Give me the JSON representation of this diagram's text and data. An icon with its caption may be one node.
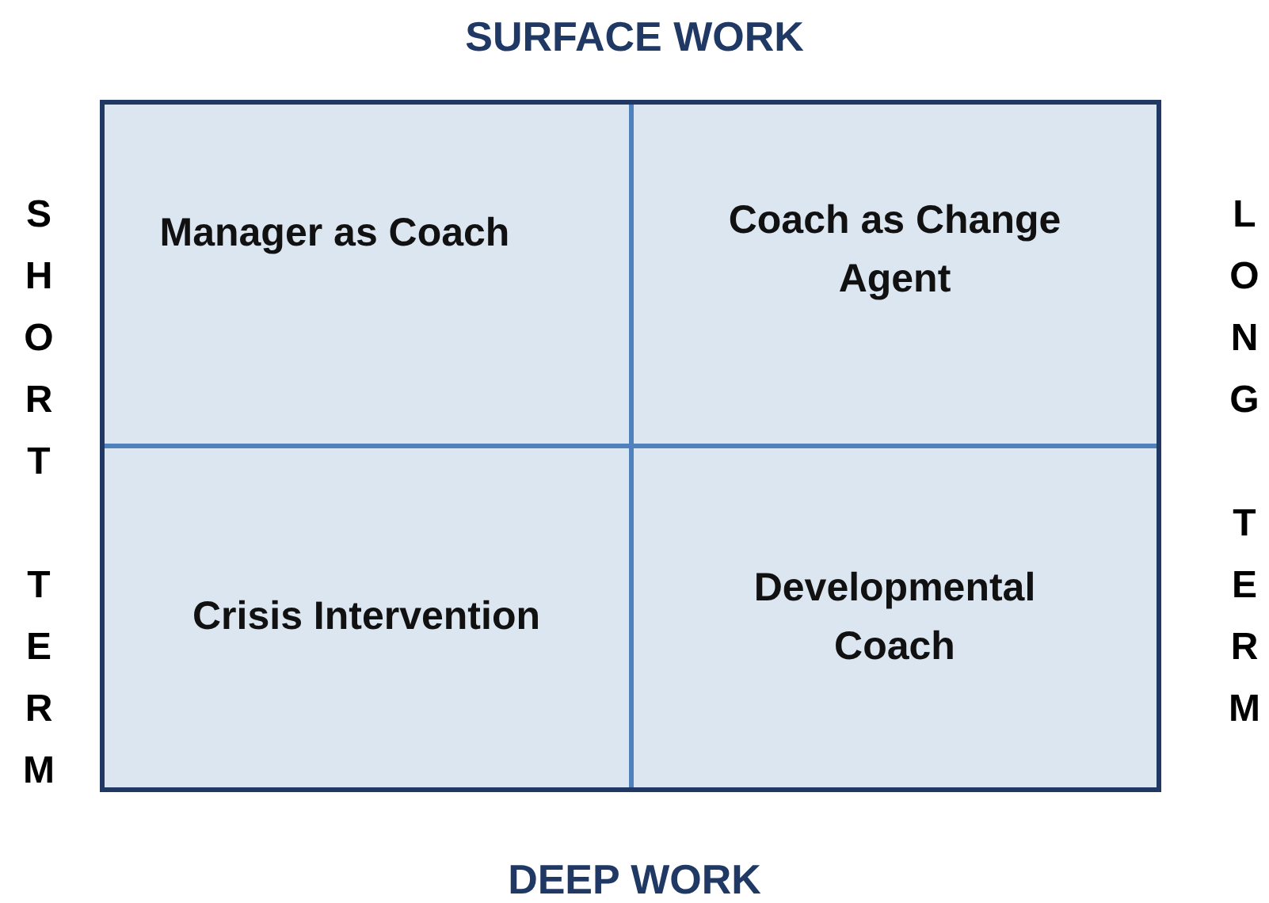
{
  "diagram": {
    "nodes": [
      {
        "text": [
          "Manager as Coach"
        ]
      },
      {
        "text": [
          "Coach as Change Agent"
        ]
      },
      {
        "text": [
          "Crisis Intervention"
        ]
      },
      {
        "text": [
          "Developmental Coach"
        ]
      }
    ],
    "edges": [],
    "labels": [
      "SURFACE WORK",
      "SHORT TERM",
      "LONG TERM",
      "DEEP WORK"
    ]
  }
}
